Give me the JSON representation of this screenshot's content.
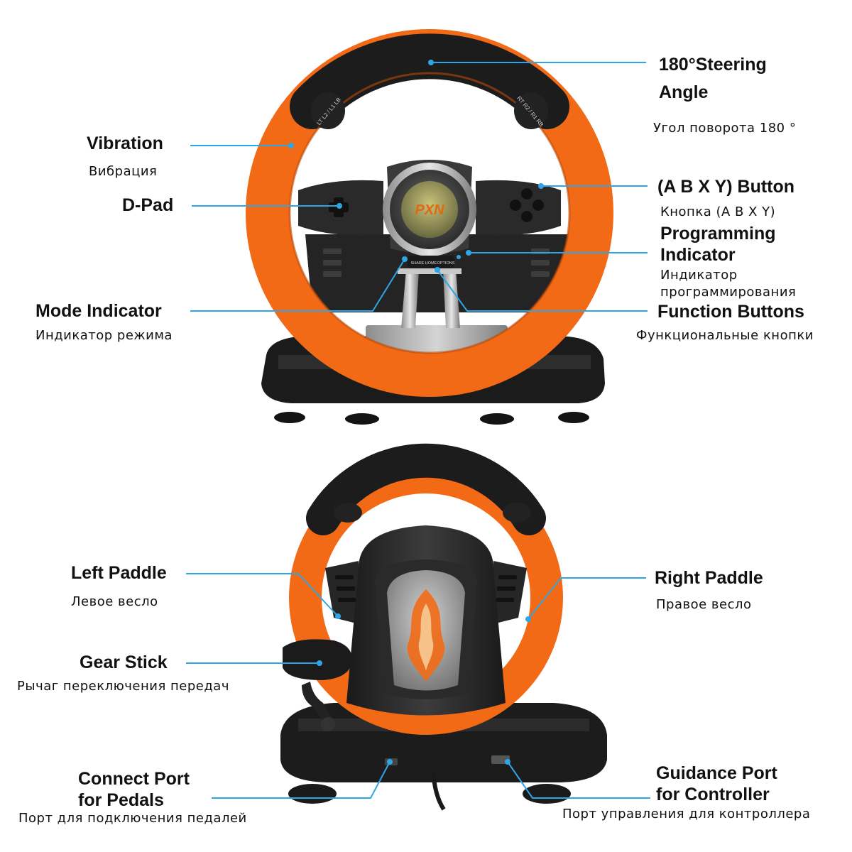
{
  "colors": {
    "accent_orange": "#f26a16",
    "wheel_black": "#1c1c1c",
    "leader_line": "#2ea6e6"
  },
  "front_view": {
    "logo_text": "PXN",
    "button_texts": {
      "share": "SHARE",
      "home": "HOME",
      "options": "OPTIONS",
      "left_trigger": "LT L2 / L1 LB",
      "right_trigger": "RT R2 / R1 RB"
    },
    "callouts": [
      {
        "id": "steering-angle",
        "en_line1": "180°Steering",
        "en_line2": "Angle",
        "ru": "Угол поворота 180 °"
      },
      {
        "id": "vibration",
        "en": "Vibration",
        "ru": "Вибрация"
      },
      {
        "id": "d-pad",
        "en": "D-Pad"
      },
      {
        "id": "abxy",
        "en": "(A B X Y) Button",
        "ru": "Кнопка (A B X Y)"
      },
      {
        "id": "programming",
        "en_line1": "Programming",
        "en_line2": "Indicator",
        "ru_line1": "Индикатор",
        "ru_line2": "программирования"
      },
      {
        "id": "mode",
        "en": "Mode Indicator",
        "ru": "Индикатор режима"
      },
      {
        "id": "function",
        "en": "Function Buttons",
        "ru": "Функциональные кнопки"
      }
    ]
  },
  "back_view": {
    "callouts": [
      {
        "id": "left-paddle",
        "en": "Left Paddle",
        "ru": "Левое весло"
      },
      {
        "id": "right-paddle",
        "en": "Right Paddle",
        "ru": "Правое весло"
      },
      {
        "id": "gear-stick",
        "en": "Gear Stick",
        "ru": "Рычаг переключения передач"
      },
      {
        "id": "pedal-port",
        "en_line1": "Connect Port",
        "en_line2": "for Pedals",
        "ru": "Порт для подключения педалей"
      },
      {
        "id": "guidance-port",
        "en_line1": "Guidance Port",
        "en_line2": "for Controller",
        "ru": "Порт управления для контроллера"
      }
    ]
  }
}
